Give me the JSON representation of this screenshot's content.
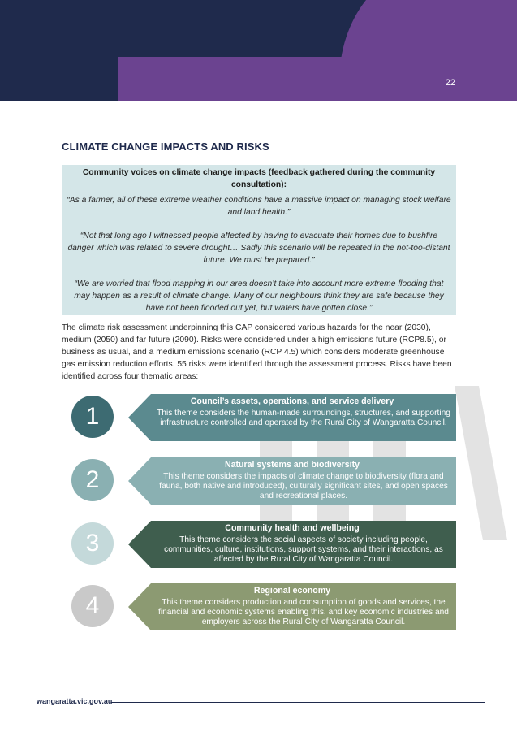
{
  "page_number": "22",
  "section_title": "CLIMATE CHANGE IMPACTS AND RISKS",
  "voices": {
    "title": "Community voices on climate change impacts (feedback gathered during the community consultation):",
    "quotes": [
      "“As a farmer, all of these extreme weather conditions have a massive impact on managing stock welfare and land health.”",
      "“Not that long ago I witnessed people affected by having to evacuate their homes due to bushfire danger which was related to severe drought… Sadly this scenario will be repeated in the not-too-distant future. We must be prepared.”",
      "“We are worried that flood mapping in our area doesn’t take into account more extreme flooding that may happen as a result of climate change. Many of our neighbours think they are safe because they have not been flooded out yet, but waters have gotten close.”"
    ]
  },
  "body_text": "The climate risk assessment underpinning this CAP considered various hazards for the near (2030), medium (2050) and far future (2090). Risks were considered under a high emissions future (RCP8.5), or business as usual, and a medium emissions scenario (RCP 4.5) which considers moderate greenhouse gas emission reduction efforts. 55 risks were identified through the assessment process. Risks have been identified across four thematic areas:",
  "themes": [
    {
      "number": "1",
      "title": "Council’s assets, operations, and service delivery",
      "description": "This theme considers the human-made surroundings, structures, and supporting infrastructure controlled and operated by the Rural City of Wangaratta Council.",
      "circle_color": "#3d6b72",
      "banner_color": "#5b8a8f"
    },
    {
      "number": "2",
      "title": "Natural systems and biodiversity",
      "description": "This theme considers the impacts of climate change to biodiversity (flora and fauna, both native and introduced), culturally significant sites, and open spaces and recreational places.",
      "circle_color": "#8ab0b2",
      "banner_color": "#8ab0b2"
    },
    {
      "number": "3",
      "title": "Community health and wellbeing",
      "description": "This theme considers the social aspects of society including people, communities, culture, institutions, support systems, and their interactions, as affected by the Rural City of Wangaratta Council.",
      "circle_color": "#c4d9da",
      "banner_color": "#3f5e4e"
    },
    {
      "number": "4",
      "title": "Regional economy",
      "description": "This theme considers production and consumption of goods and services, the financial and economic systems enabling this, and key economic industries and employers across the Rural City of Wangaratta Council.",
      "circle_color": "#c9c9c9",
      "banner_color": "#8c9a72"
    }
  ],
  "footer_url": "wangaratta.vic.gov.au",
  "colors": {
    "navy": "#1f2a4c",
    "purple": "#6b4390",
    "quote_bg": "#d4e6e8"
  }
}
